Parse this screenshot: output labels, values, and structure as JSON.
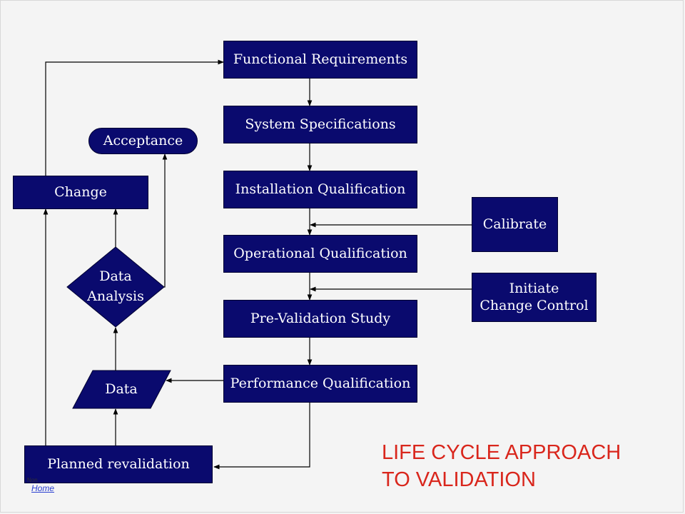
{
  "diagram": {
    "title": "LIFE CYCLE APPROACH\nTO VALIDATION",
    "nodes": {
      "functional_requirements": "Functional Requirements",
      "system_specifications": "System Specifications",
      "installation_qualification": "Installation Qualification",
      "operational_qualification": "Operational Qualification",
      "pre_validation_study": "Pre-Validation Study",
      "performance_qualification": "Performance Qualification",
      "planned_revalidation": "Planned revalidation",
      "data": "Data",
      "data_analysis": "Data\nAnalysis",
      "change": "Change",
      "acceptance": "Acceptance",
      "calibrate": "Calibrate",
      "initiate_change_control": "Initiate\nChange Control"
    },
    "edges": [
      {
        "from": "functional_requirements",
        "to": "system_specifications"
      },
      {
        "from": "system_specifications",
        "to": "installation_qualification"
      },
      {
        "from": "installation_qualification",
        "to": "operational_qualification"
      },
      {
        "from": "calibrate",
        "to": "operational_qualification"
      },
      {
        "from": "operational_qualification",
        "to": "pre_validation_study"
      },
      {
        "from": "initiate_change_control",
        "to": "pre_validation_study"
      },
      {
        "from": "pre_validation_study",
        "to": "performance_qualification"
      },
      {
        "from": "performance_qualification",
        "to": "data"
      },
      {
        "from": "performance_qualification",
        "to": "planned_revalidation"
      },
      {
        "from": "planned_revalidation",
        "to": "data"
      },
      {
        "from": "data",
        "to": "data_analysis"
      },
      {
        "from": "data_analysis",
        "to": "change"
      },
      {
        "from": "data_analysis",
        "to": "acceptance"
      },
      {
        "from": "planned_revalidation",
        "to": "change"
      },
      {
        "from": "change",
        "to": "functional_requirements"
      }
    ]
  },
  "footer": {
    "small_text": "Non",
    "home_link": "Home"
  },
  "colors": {
    "node_fill": "#0a0a6e",
    "node_text": "#ffffff",
    "line": "#000000",
    "title": "#d9261c",
    "background": "#f4f4f4"
  }
}
